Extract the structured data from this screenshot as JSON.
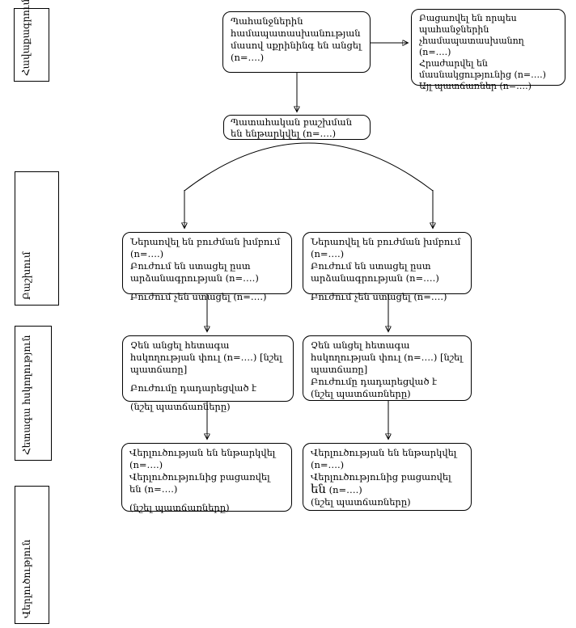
{
  "stages": [
    {
      "id": "enrollment",
      "label": "Հավաքագրում"
    },
    {
      "id": "allocation",
      "label": "Բաշխում"
    },
    {
      "id": "followup",
      "label": "Հետագա հսկողություն"
    },
    {
      "id": "analysis",
      "label": "Վերլուծություն"
    }
  ],
  "boxes": {
    "screening": {
      "text": "Պահանջներին համապատասխանության մասով սքրինինգ են անցել (n=….)"
    },
    "excluded": {
      "line1": "Բացառվել են որպես պահանջներին չհամապատասխանող (n=….)",
      "line2": "Հրաժարվել են մասնակցությունից (n=….)",
      "line3": "Այլ պատճառներ (n=….)"
    },
    "randomized": {
      "text": "Պատահական բաշխման են ենթարկվել (n=….)"
    },
    "allocation_left": {
      "line1": "Ներառվել են բուժման խմբում (n=….)",
      "line2": "Բուժում են ստացել ըստ արձանագրության (n=….)",
      "line3": "Բուժում չեն ստացել (n=….)"
    },
    "allocation_right": {
      "line1": "Ներառվել են բուժման խմբում (n=….)",
      "line2": "Բուժում են ստացել ըստ արձանագրության (n=….)",
      "line3": "Բուժում չեն ստացել (n=….)"
    },
    "followup_left": {
      "line1": "Չեն անցել հետագա հսկողության փուլ (n=….) [նշել պատճառը]",
      "line2": "Բուժումը դադարեցված է",
      "line3": "(նշել պատճառները)"
    },
    "followup_right": {
      "line1": "Չեն անցել հետագա հսկողության փուլ (n=….) [նշել պատճառը]",
      "line2": "Բուժումը դադարեցված է",
      "line3": "(նշել պատճառները)"
    },
    "analysis_left": {
      "line1": "Վերլուծության են ենթարկվել (n=….)",
      "line2": "Վերլուծությունից բացառվել են (n=….)",
      "line3": "(նշել պատճառները)"
    },
    "analysis_right": {
      "line1": "Վերլուծության են ենթարկվել (n=….)",
      "line2_pre": "Վերլուծությունից բացառվել ",
      "line2_emph": "են",
      "line2_post": " (n=….)",
      "line3": "(նշել պատճառները)"
    }
  },
  "colors": {
    "stroke": "#000000",
    "text": "#000000",
    "box_background": "#ffffff",
    "page_background": "#ffffff"
  }
}
